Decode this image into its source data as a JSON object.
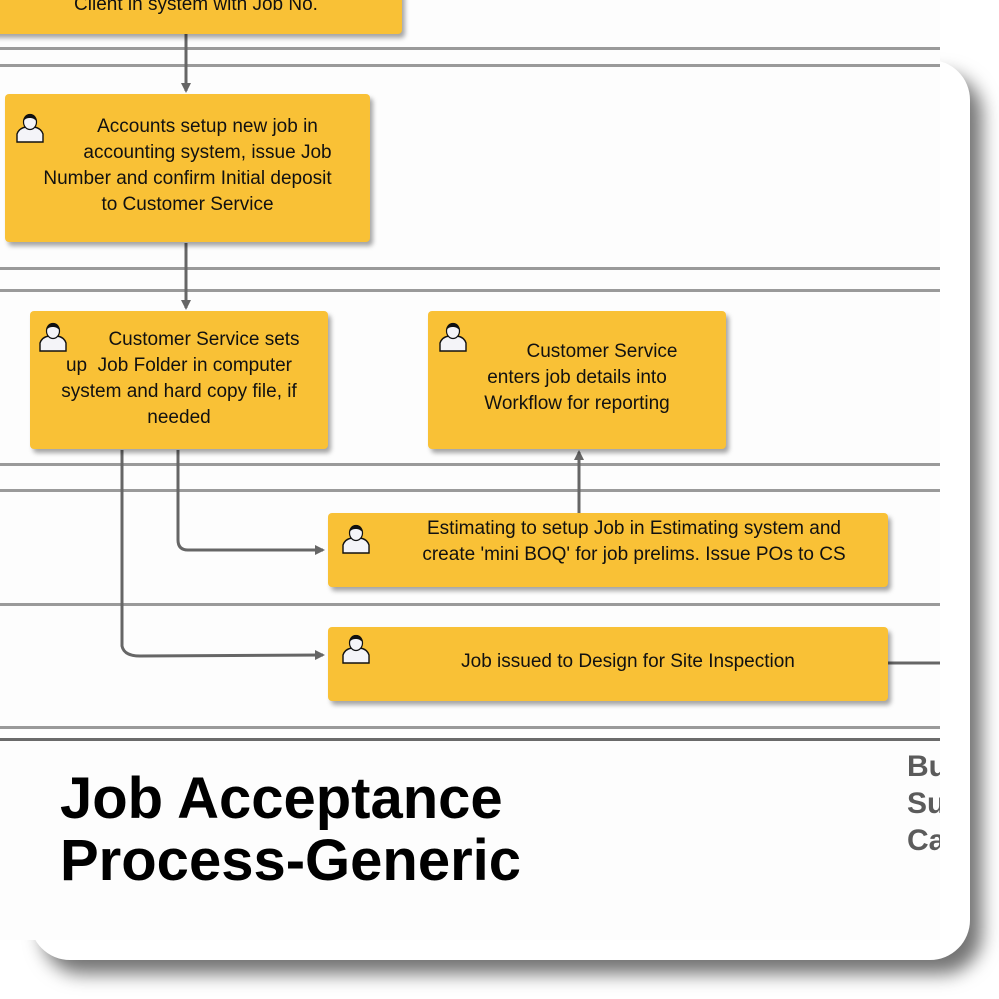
{
  "diagram": {
    "title_line1": "Job Acceptance",
    "title_line2": "Process-Generic",
    "side_info": [
      "Bu",
      "Su",
      "Ca"
    ],
    "colors": {
      "task_fill": "#f9c136",
      "connector": "#666666",
      "lane_line": "#9a9a9a"
    },
    "tasks": [
      {
        "id": "t0",
        "text": "Client in system with Job No.",
        "icon": "person-icon"
      },
      {
        "id": "t1",
        "lines": [
          "Accounts setup new job in",
          "accounting system, issue Job",
          "Number and confirm Initial deposit",
          "to Customer Service"
        ],
        "icon": "person-icon"
      },
      {
        "id": "t2",
        "lines": [
          "Customer Service sets",
          "up  Job Folder in computer",
          "system and hard copy file, if",
          "needed"
        ],
        "icon": "person-icon"
      },
      {
        "id": "t3",
        "lines": [
          "Customer Service",
          "enters job details into",
          "Workflow for reporting"
        ],
        "icon": "person-icon"
      },
      {
        "id": "t4",
        "lines": [
          "Estimating to setup Job in Estimating system and",
          "create 'mini BOQ' for job prelims. Issue POs to CS"
        ],
        "icon": "person-icon"
      },
      {
        "id": "t5",
        "text": "Job issued to Design for Site Inspection",
        "icon": "person-icon"
      }
    ],
    "flows": [
      {
        "from": "t0",
        "to": "t1"
      },
      {
        "from": "t1",
        "to": "t2"
      },
      {
        "from": "t2",
        "to": "t4"
      },
      {
        "from": "t2",
        "to": "t5"
      },
      {
        "from": "t4",
        "to": "t3"
      },
      {
        "from": "t5",
        "to": "offpage"
      }
    ]
  }
}
